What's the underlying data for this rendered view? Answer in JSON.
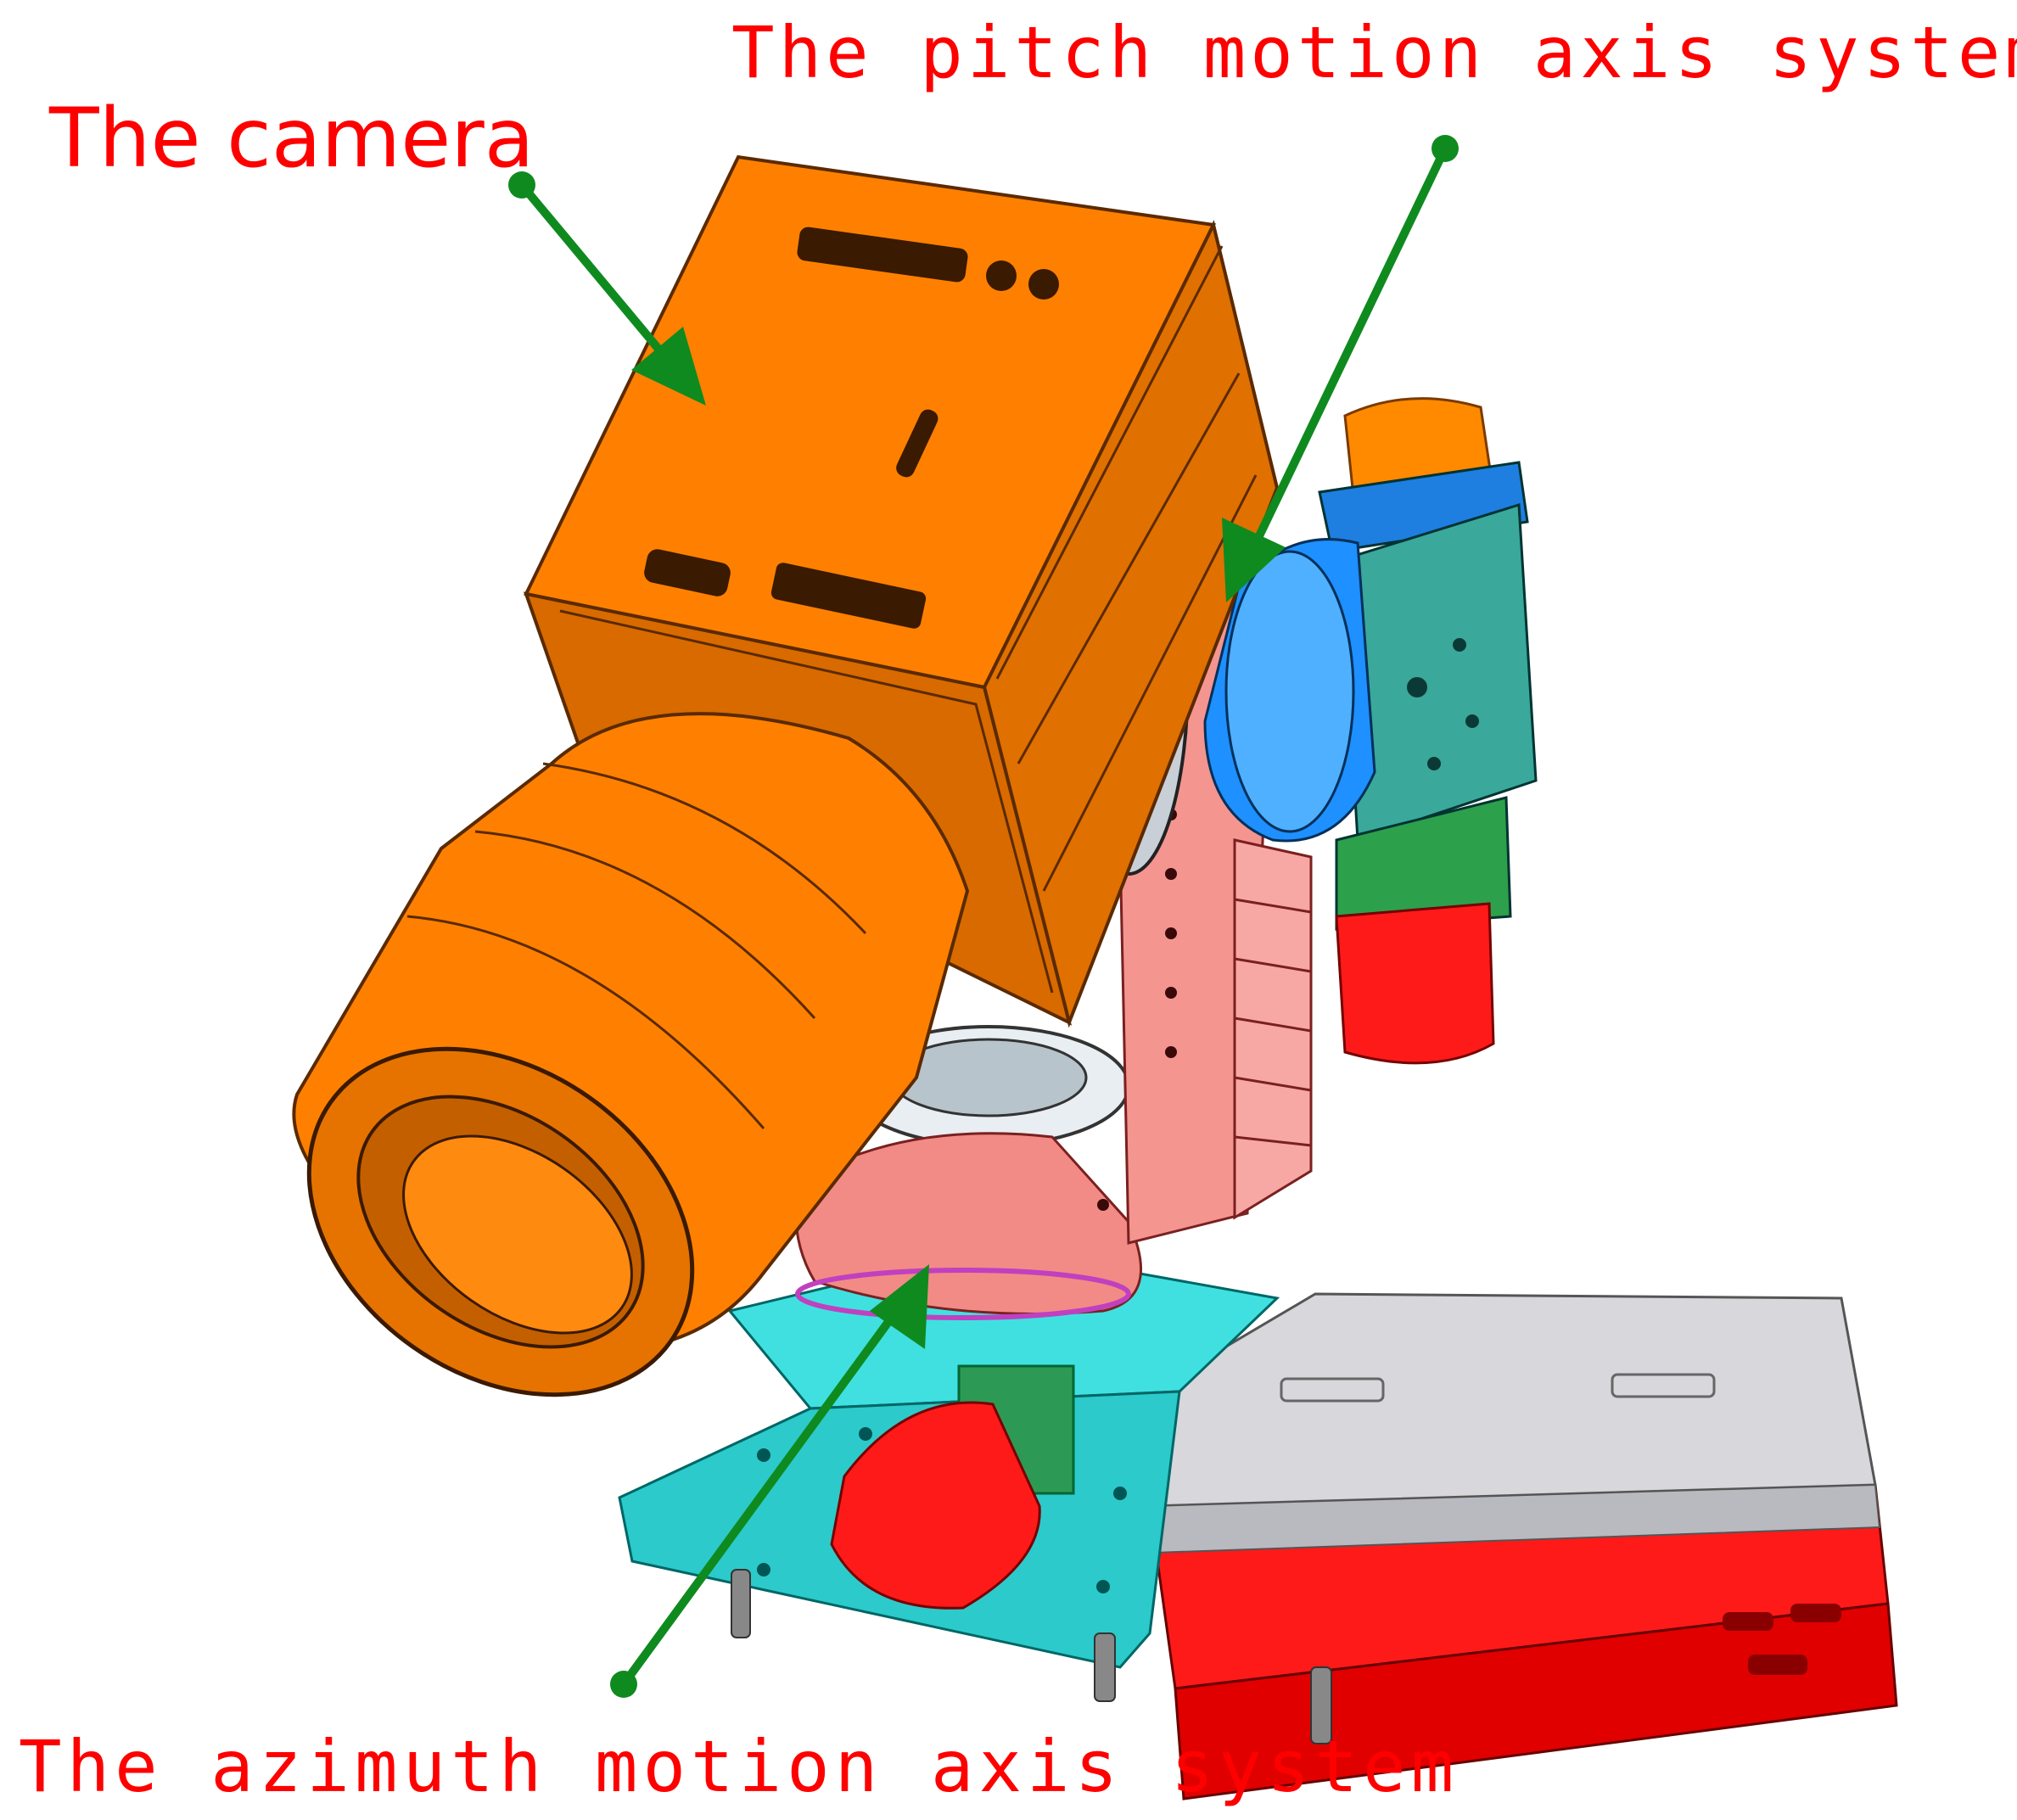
{
  "labels": {
    "camera": "The camera",
    "pitch_axis": "The pitch motion axis system",
    "azimuth_axis": "The azimuth motion axis system"
  },
  "colors": {
    "label_text": "#ff0000",
    "arrow": "#0f8a1f",
    "camera_body": "#ff8000",
    "camera_dark": "#b85a00",
    "pitch_arm": "#f08080",
    "pitch_motor_blue": "#1e8fff",
    "gearbox_teal": "#3aa89a",
    "azimuth_base_cyan": "#33d6d6",
    "motor_red": "#ff1010",
    "controller_gray": "#d3d3d8"
  },
  "icons": [
    "arrow-camera-icon",
    "arrow-pitch-icon",
    "arrow-azimuth-icon"
  ]
}
